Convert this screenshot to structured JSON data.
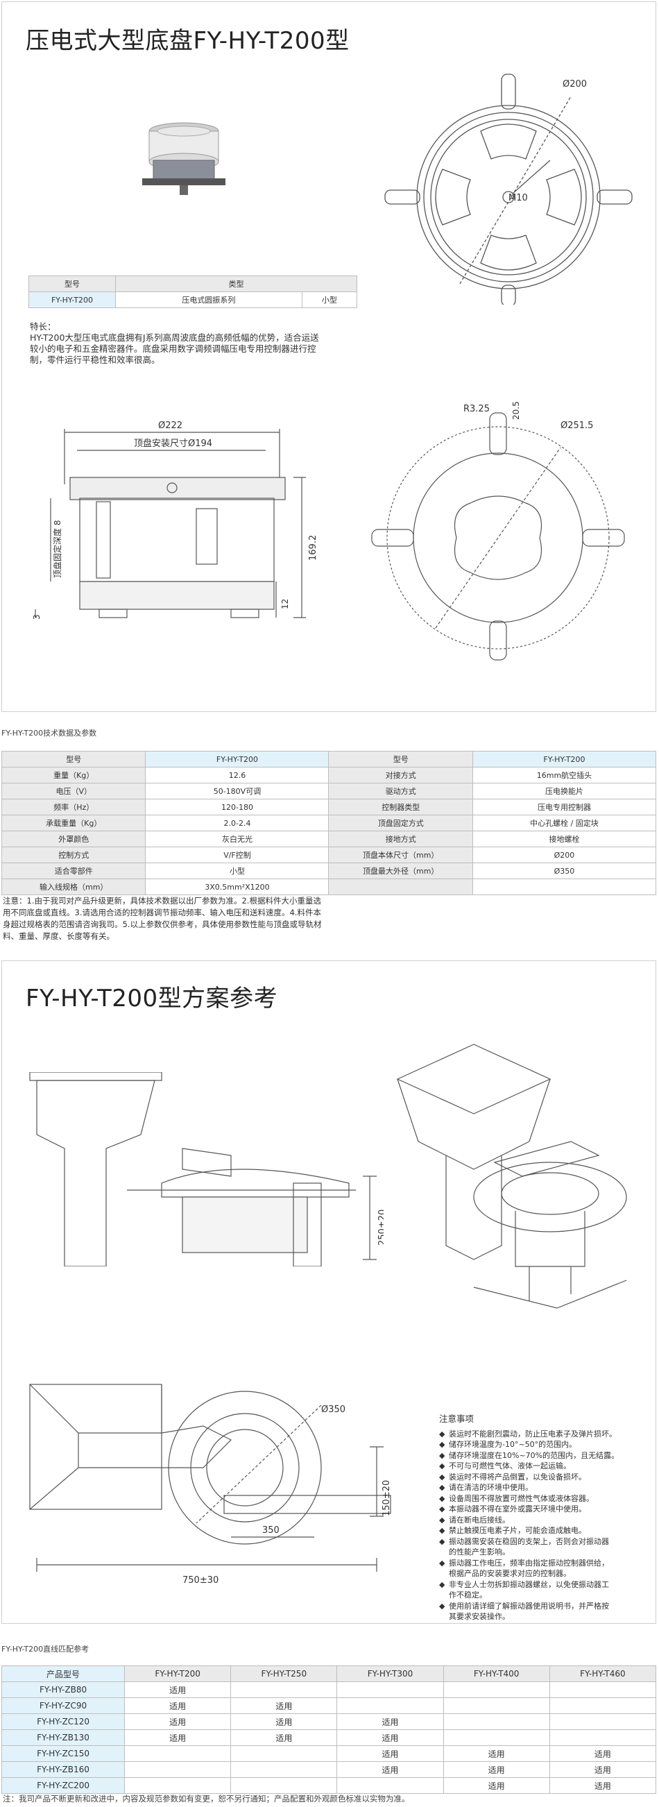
{
  "section1": {
    "title": "压电式大型底盘FY-HY-T200型",
    "type_table": {
      "headers": [
        "型号",
        "类型"
      ],
      "model": "FY-HY-T200",
      "series": "压电式圆振系列",
      "size": "小型"
    },
    "features_title": "特长：",
    "features_lines": [
      "HY-T200大型压电式底盘拥有J系列高周波底盘的高频低幅的优势，适合运送",
      "较小的电子和五金精密器件。底盘采用数字调频调幅压电专用控制器进行控",
      "制，零件运行平稳性和效率很高。"
    ],
    "dims": {
      "d200": "Ø200",
      "m10": "M10",
      "d222": "Ø222",
      "top_mount": "顶盘安装尺寸Ø194",
      "h8": "顶盘固定深度 8",
      "h169": "169.2",
      "h12": "12",
      "h3": "3",
      "r325": "R3.25",
      "w205": "20.5",
      "d2515": "Ø251.5"
    }
  },
  "spec_caption": "FY-HY-T200技术数据及参数",
  "spec_table": {
    "headers": [
      "型号",
      "FY-HY-T200",
      "型号",
      "FY-HY-T200"
    ],
    "rows": [
      [
        "重量（Kg）",
        "12.6",
        "对接方式",
        "16mm航空插头"
      ],
      [
        "电压（V）",
        "50-180V可调",
        "驱动方式",
        "压电换能片"
      ],
      [
        "频率（Hz）",
        "120-180",
        "控制器类型",
        "压电专用控制器"
      ],
      [
        "承载重量（Kg）",
        "2.0-2.4",
        "顶盘固定方式",
        "中心孔螺栓 / 固定块"
      ],
      [
        "外罩颜色",
        "灰白无光",
        "接地方式",
        "接地螺栓"
      ],
      [
        "控制方式",
        "V/F控制",
        "顶盘本体尺寸（mm）",
        "Ø200"
      ],
      [
        "适合零部件",
        "小型",
        "顶盘最大外径（mm）",
        "Ø350"
      ],
      [
        "输入线规格（mm）",
        "3X0.5mm²X1200",
        "",
        ""
      ]
    ]
  },
  "spec_notes": [
    "注意：1.由于我司对产品升级更新，具体技术数据以出厂参数为准。2.根据料件大小重量选",
    "用不同底盘或直线。3.请选用合适的控制器调节振动频率、输入电压和送料速度。4.料件本",
    "身超过规格表的范围请咨询我司。5.以上参数仅供参考，具体使用参数性能与顶盘或导轨材",
    "料、重量、厚度、长度等有关。"
  ],
  "section2": {
    "title": "FY-HY-T200型方案参考",
    "dims": {
      "h250": "250±20",
      "d350": "Ø350",
      "h150": "150±20",
      "w350": "350",
      "w750": "750±30"
    },
    "notes_title": "注意事项",
    "notes": [
      "装运时不能剧烈震动，防止压电素子及弹片损坏。",
      "储存环境温度为-10°~50°的范围内。",
      "储存环境湿度在10%~70%的范围内，且无结露。",
      "不可与可燃性气体、液体一起运输。",
      "装运时不得将产品倒置，以免设备损坏。",
      "请在清洁的环境中使用。",
      "设备周围不得放置可燃性气体或液体容器。",
      "本振动器不得在室外或露天环境中使用。",
      "请在断电后接线。",
      "禁止触摸压电素子片，可能会造成触电。",
      "振动器需安装在稳固的支架上，否则会对振动器",
      "的性能产生影响。",
      "振动器工作电压，频率由指定振动控制器供给，",
      "根据产品的安装要求对应的控制器。",
      "非专业人士勿拆卸振动器螺丝，以免使振动器工",
      "作不稳定。",
      "使用前请详细了解振动器使用说明书，并严格按",
      "其要求安装操作。"
    ],
    "notes_bullets": [
      true,
      true,
      true,
      true,
      true,
      true,
      true,
      true,
      true,
      true,
      true,
      false,
      true,
      false,
      true,
      false,
      true,
      false
    ]
  },
  "match_caption": "FY-HY-T200直线匹配参考",
  "match_table": {
    "headers": [
      "产品型号",
      "FY-HY-T200",
      "FY-HY-T250",
      "FY-HY-T300",
      "FY-HY-T400",
      "FY-HY-T460"
    ],
    "rows": [
      [
        "FY-HY-ZB80",
        "适用",
        "",
        "",
        "",
        ""
      ],
      [
        "FY-HY-ZC90",
        "适用",
        "适用",
        "",
        "",
        ""
      ],
      [
        "FY-HY-ZC120",
        "适用",
        "适用",
        "适用",
        "",
        ""
      ],
      [
        "FY-HY-ZB130",
        "适用",
        "适用",
        "适用",
        "",
        ""
      ],
      [
        "FY-HY-ZC150",
        "",
        "",
        "适用",
        "适用",
        "适用"
      ],
      [
        "FY-HY-ZB160",
        "",
        "",
        "适用",
        "适用",
        "适用"
      ],
      [
        "FY-HY-ZC200",
        "",
        "",
        "",
        "适用",
        "适用"
      ]
    ]
  },
  "footer": "注：我司产品不断更新和改进中，内容及规范参数如有变更，恕不另行通知；产品配置和外观颜色标准以实物为准。",
  "colors": {
    "border": "#cfcfcf",
    "header_gray": "#eaeaea",
    "header_blue": "#e2f2fb",
    "line": "#555555"
  }
}
